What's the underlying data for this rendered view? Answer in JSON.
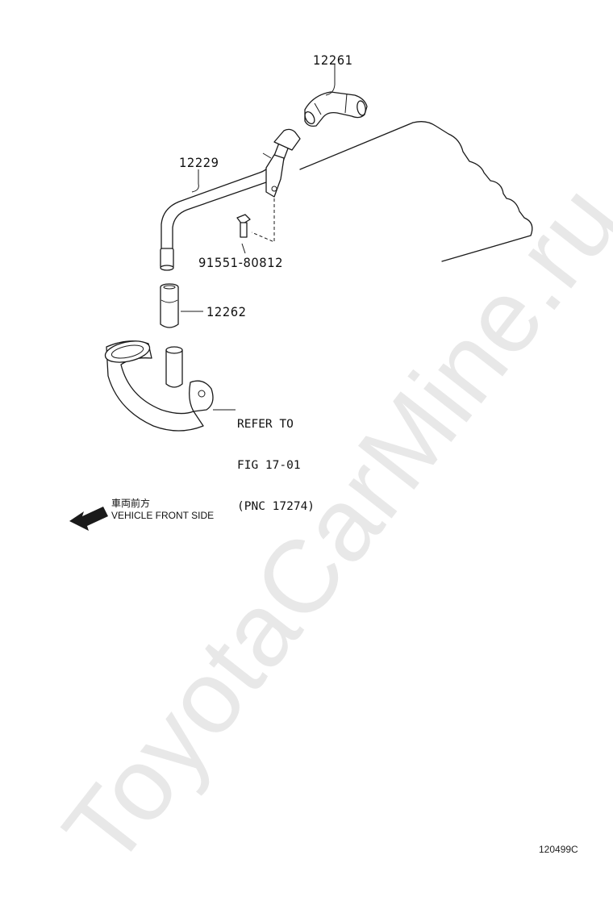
{
  "diagram": {
    "parts": {
      "p12261": "12261",
      "p12229": "12229",
      "p9155180812": "91551-80812",
      "p12262": "12262"
    },
    "refer_note": {
      "line1": "REFER TO",
      "line2": "FIG 17-01",
      "line3": "(PNC 17274)"
    },
    "front_indicator": {
      "japanese": "車両前方",
      "english": "VEHICLE FRONT SIDE"
    },
    "illustration_code": "120499C",
    "watermark": "ToyotaCarMine.ru"
  }
}
